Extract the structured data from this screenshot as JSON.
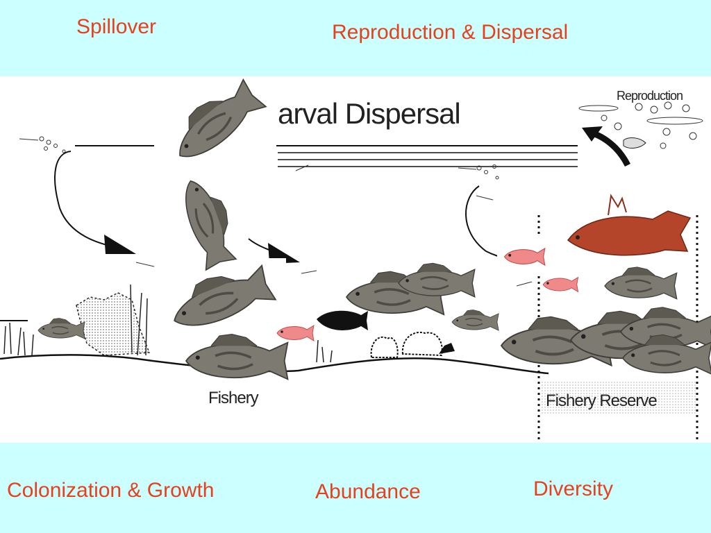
{
  "labels": {
    "spillover": "Spillover",
    "reproduction_dispersal": "Reproduction & Dispersal",
    "colonization_growth": "Colonization & Growth",
    "abundance": "Abundance",
    "diversity": "Diversity"
  },
  "diagram": {
    "title_partial": "arval Dispersal",
    "reproduction_label": "Reproduction",
    "fishery_label": "Fishery",
    "fishery_reserve_label": "Fishery Reserve"
  },
  "colors": {
    "background": "#ccffff",
    "label_text": "#e8401c",
    "grouper": "#7d7a72",
    "snapper": "#f08a8a",
    "hogfish": "#b4452a"
  }
}
